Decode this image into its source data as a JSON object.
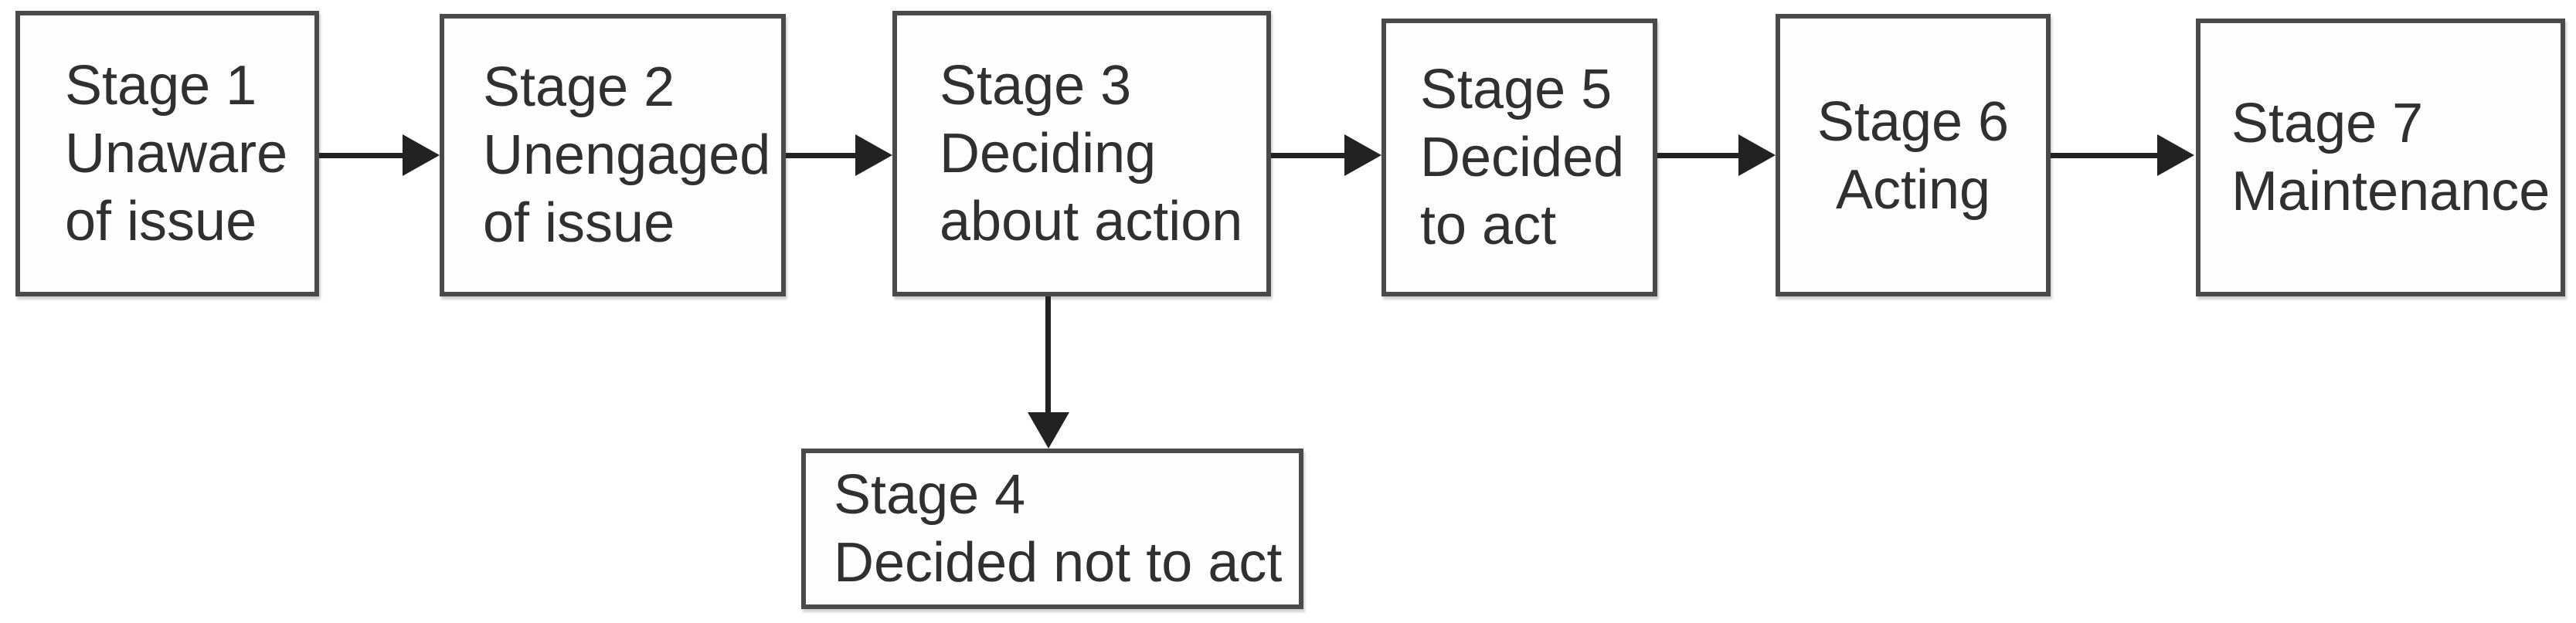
{
  "diagram": {
    "type": "flowchart",
    "stages": [
      {
        "id": 1,
        "lines": [
          "Stage 1",
          "Unaware",
          "of issue"
        ]
      },
      {
        "id": 2,
        "lines": [
          "Stage 2",
          "Unengaged",
          "of issue"
        ]
      },
      {
        "id": 3,
        "lines": [
          "Stage 3",
          "Deciding",
          "about action"
        ]
      },
      {
        "id": 4,
        "lines": [
          "Stage 4",
          "Decided not to act"
        ]
      },
      {
        "id": 5,
        "lines": [
          "Stage 5",
          "Decided",
          "to act"
        ]
      },
      {
        "id": 6,
        "lines": [
          "Stage 6",
          "Acting"
        ]
      },
      {
        "id": 7,
        "lines": [
          "Stage 7",
          "Maintenance"
        ]
      }
    ],
    "connectors": [
      {
        "from": "Stage 1",
        "to": "Stage 2",
        "direction": "right"
      },
      {
        "from": "Stage 2",
        "to": "Stage 3",
        "direction": "right"
      },
      {
        "from": "Stage 3",
        "to": "Stage 5",
        "direction": "right"
      },
      {
        "from": "Stage 5",
        "to": "Stage 6",
        "direction": "right"
      },
      {
        "from": "Stage 6",
        "to": "Stage 7",
        "direction": "right"
      },
      {
        "from": "Stage 3",
        "to": "Stage 4",
        "direction": "down"
      }
    ],
    "colors": {
      "page_background": "#ffffff",
      "box_fill": "#fdfdfd",
      "box_border": "#4a4a4a",
      "text": "#303030",
      "arrow": "#222222"
    }
  }
}
